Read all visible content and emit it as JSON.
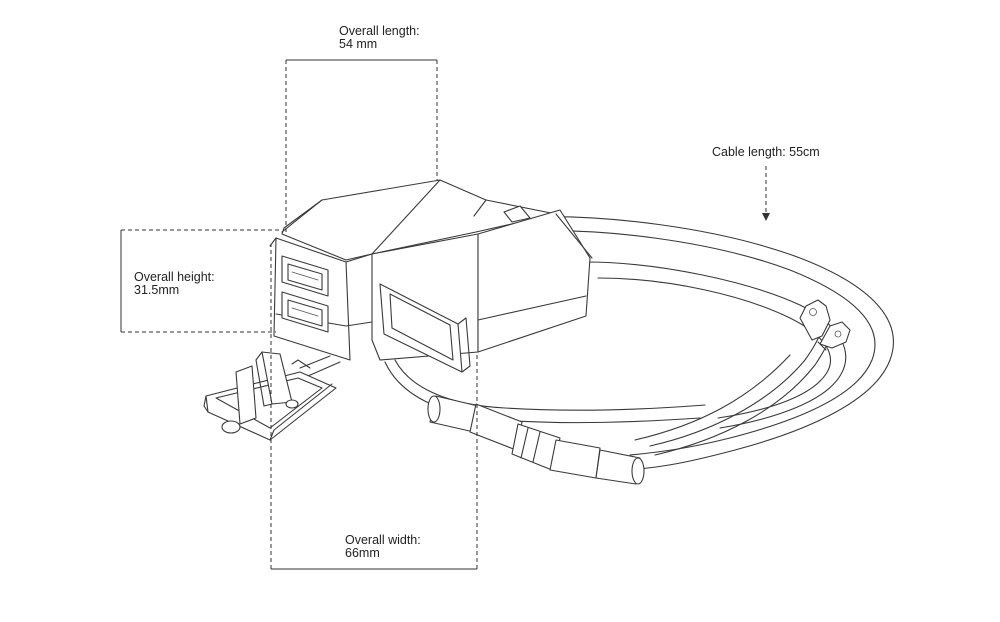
{
  "dimensions": {
    "overall_length": {
      "label": "Overall length:",
      "value": "54 mm"
    },
    "overall_height": {
      "label": "Overall height:",
      "value": "31.5mm"
    },
    "overall_width": {
      "label": "Overall width:",
      "value": "66mm"
    },
    "cable_length": {
      "label": "Cable length: 55cm"
    }
  },
  "colors": {
    "line": "#3a3a3a",
    "background": "#ffffff"
  }
}
